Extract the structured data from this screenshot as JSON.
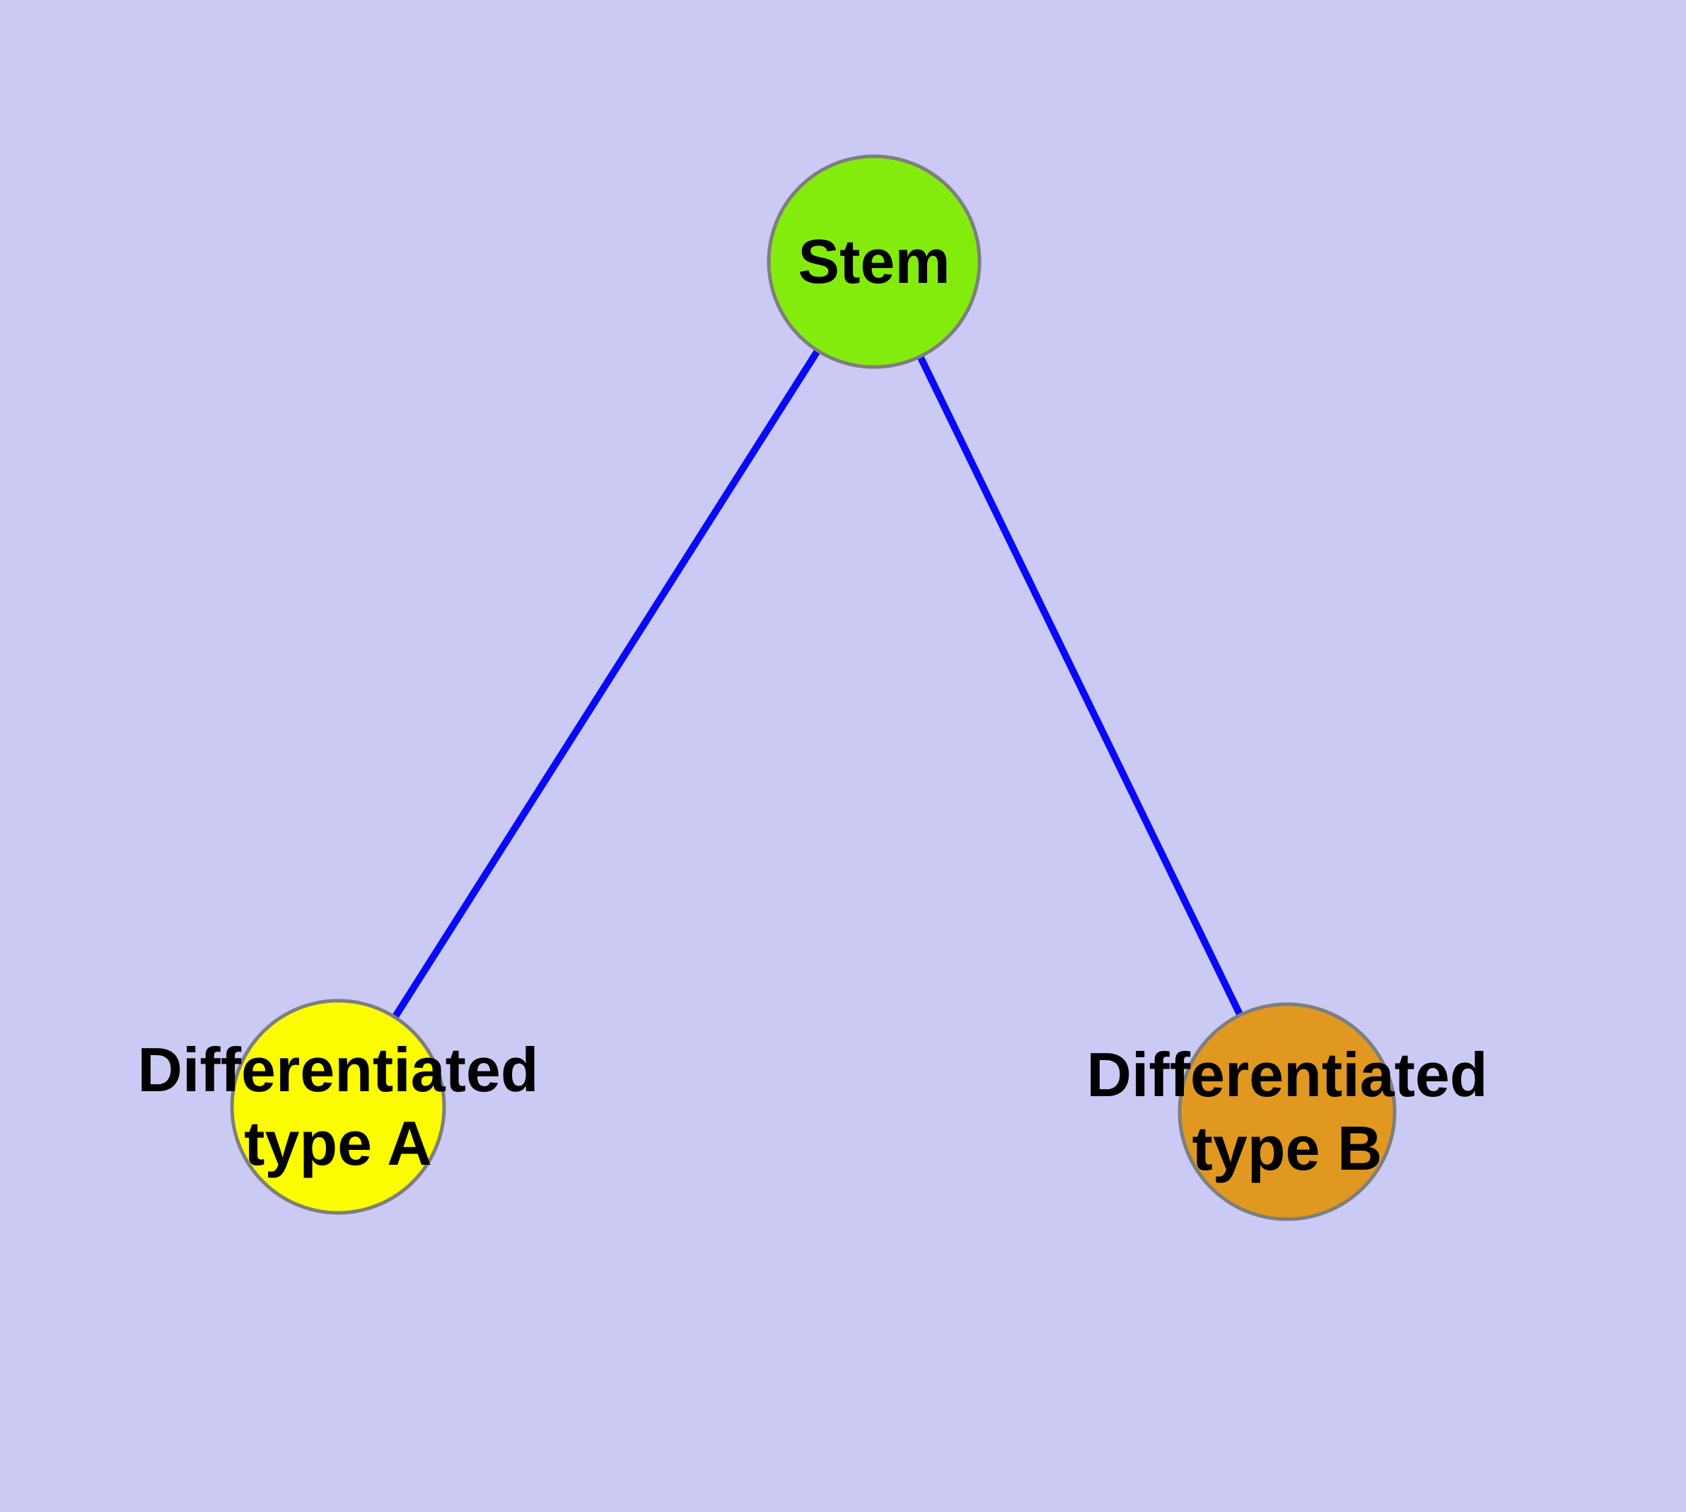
{
  "diagram": {
    "background_color": "#CACAF5",
    "edge_color": "#0808FB",
    "node_border_color": "#7E7E7E",
    "label_color": "#000000",
    "nodes": [
      {
        "id": "stem",
        "label": "Stem",
        "fill": "#84EC0C"
      },
      {
        "id": "type-a",
        "label": "Differentiated\ntype A",
        "fill": "#FCFC00"
      },
      {
        "id": "type-b",
        "label": "Differentiated\ntype B",
        "fill": "#E09820"
      }
    ],
    "edges": [
      {
        "from": "stem",
        "to": "type-a"
      },
      {
        "from": "stem",
        "to": "type-b"
      }
    ]
  }
}
